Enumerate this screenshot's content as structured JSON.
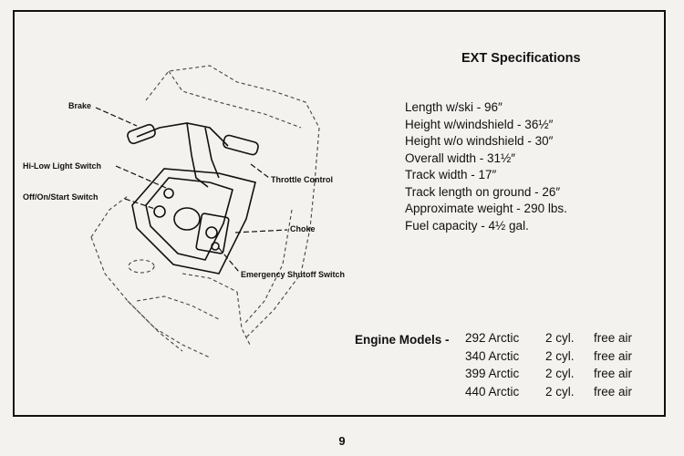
{
  "specs": {
    "title": "EXT Specifications",
    "items": [
      "Length w/ski - 96″",
      "Height w/windshield - 36½″",
      "Height w/o windshield  - 30″",
      "Overall width - 31½″",
      "Track width - 17″",
      "Track length on ground - 26″",
      "Approximate weight - 290 lbs.",
      "Fuel capacity - 4½ gal."
    ]
  },
  "diagram": {
    "callouts": {
      "brake": "Brake",
      "hi_low": "Hi-Low Light Switch",
      "off_on_start": "Off/On/Start Switch",
      "throttle": "Throttle Control",
      "choke": "Choke",
      "emergency": "Emergency Shutoff Switch"
    }
  },
  "engines": {
    "label": "Engine Models -",
    "rows": [
      {
        "model": "292 Arctic",
        "cyl": "2 cyl.",
        "air": "free air"
      },
      {
        "model": "340 Arctic",
        "cyl": "2 cyl.",
        "air": "free air"
      },
      {
        "model": "399 Arctic",
        "cyl": "2 cyl.",
        "air": "free air"
      },
      {
        "model": "440 Arctic",
        "cyl": "2 cyl.",
        "air": "free air"
      }
    ]
  },
  "page": {
    "number": "9"
  }
}
